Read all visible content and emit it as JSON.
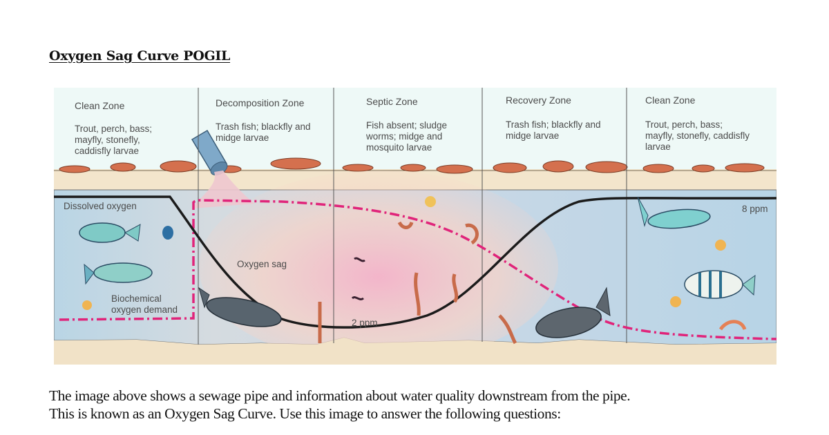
{
  "document": {
    "title": "Oxygen Sag Curve POGIL",
    "paragraph_lines": [
      "The image above shows a sewage pipe and information about water quality downstream from the pipe.",
      "This is known as an Oxygen Sag Curve. Use this image to answer the following questions:"
    ]
  },
  "figure": {
    "zones": [
      {
        "name": "Clean Zone",
        "desc": [
          "Trout, perch, bass;",
          "mayfly, stonefly,",
          "caddisfly larvae"
        ]
      },
      {
        "name": "Decomposition Zone",
        "desc": [
          "Trash fish; blackfly and",
          "midge larvae"
        ]
      },
      {
        "name": "Septic Zone",
        "desc": [
          "Fish absent; sludge",
          "worms; midge and",
          "mosquito larvae"
        ]
      },
      {
        "name": "Recovery Zone",
        "desc": [
          "Trash fish; blackfly and",
          "midge larvae"
        ]
      },
      {
        "name": "Clean Zone",
        "desc": [
          "Trout, perch, bass;",
          "mayfly, stonefly, caddisfly",
          "larvae"
        ]
      }
    ],
    "labels": {
      "dissolved_oxygen": "Dissolved oxygen",
      "oxygen_sag": "Oxygen sag",
      "bod_line1": "Biochemical",
      "bod_line2": "oxygen demand",
      "min_do": "2 ppm",
      "max_do": "8 ppm"
    },
    "colors": {
      "water": "#b9d6e6",
      "sediment": "#f1e2c8",
      "bank": "#f3e6cf",
      "rocks": "#d4704e",
      "do_curve": "#1a1a1a",
      "bod_curve": "#e0247a",
      "pollution_tint": "#f4b9c8"
    }
  }
}
